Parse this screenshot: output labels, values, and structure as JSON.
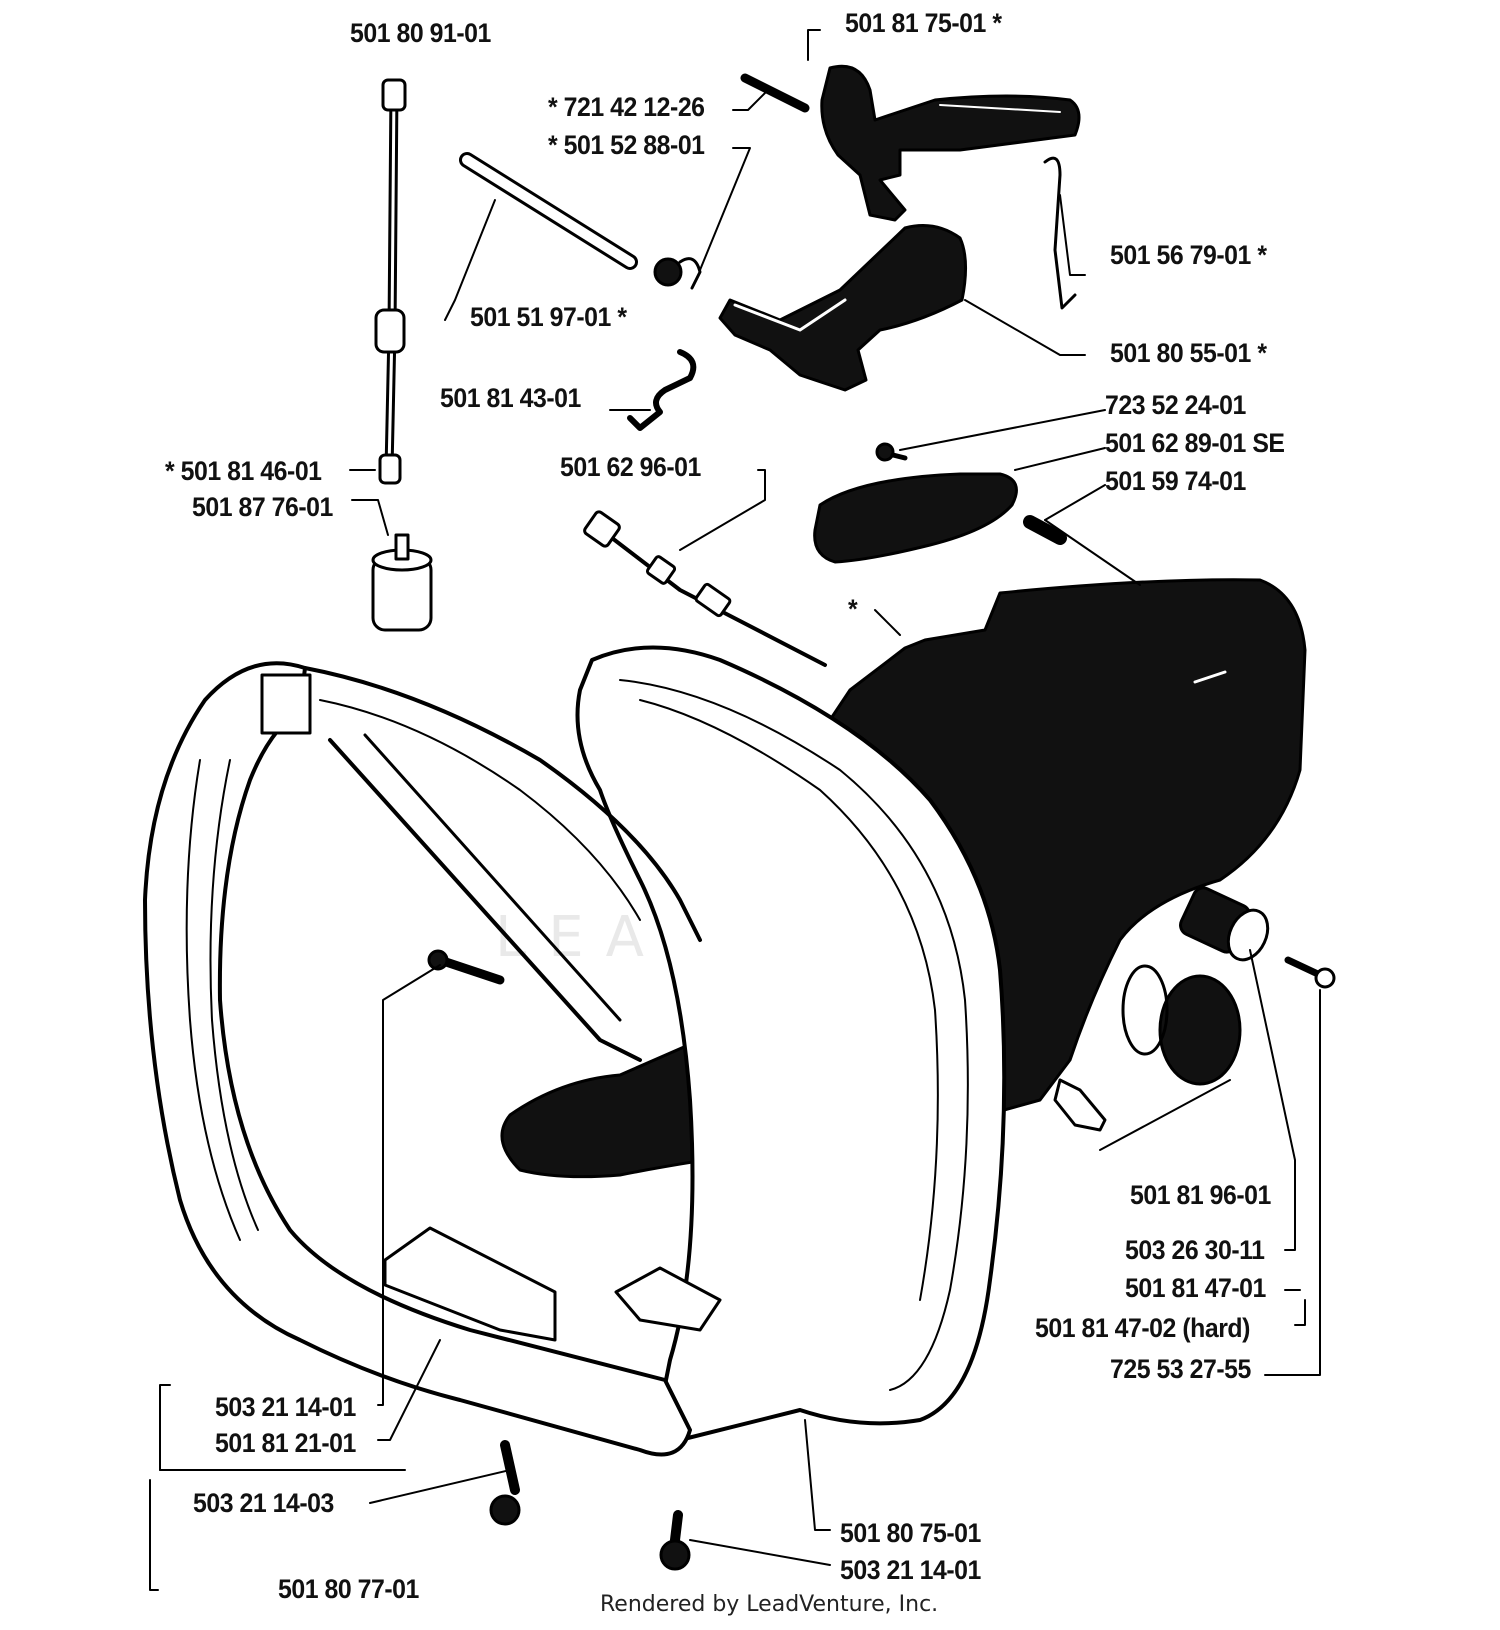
{
  "watermark": "LEAD",
  "labels": {
    "l01": "501 80 91-01",
    "l02": "501 81 75-01 *",
    "l03": "* 721 42 12-26",
    "l04": "* 501 52 88-01",
    "l05": "501 56 79-01 *",
    "l06": "501 51 97-01 *",
    "l07": "501 80 55-01 *",
    "l08": "501 81 43-01",
    "l09": "723 52 24-01",
    "l10": "501 62 89-01 SE",
    "l11": "501 59 74-01",
    "l12": "* 501 81 46-01",
    "l13": "501 62 96-01",
    "l14": "501 87 76-01",
    "l15": "*",
    "l16": "501 81 96-01",
    "l17": "503 26 30-11",
    "l18": "501 81 47-01",
    "l19": "501 81 47-02 (hard)",
    "l20": "725 53 27-55",
    "l21": "503 21 14-01",
    "l22": "501 81 21-01",
    "l23": "503 21 14-03",
    "l24": "501 80 75-01",
    "l25": "503 21 14-01",
    "l26": "501 80 77-01"
  },
  "footer": "Rendered by LeadVenture, Inc."
}
